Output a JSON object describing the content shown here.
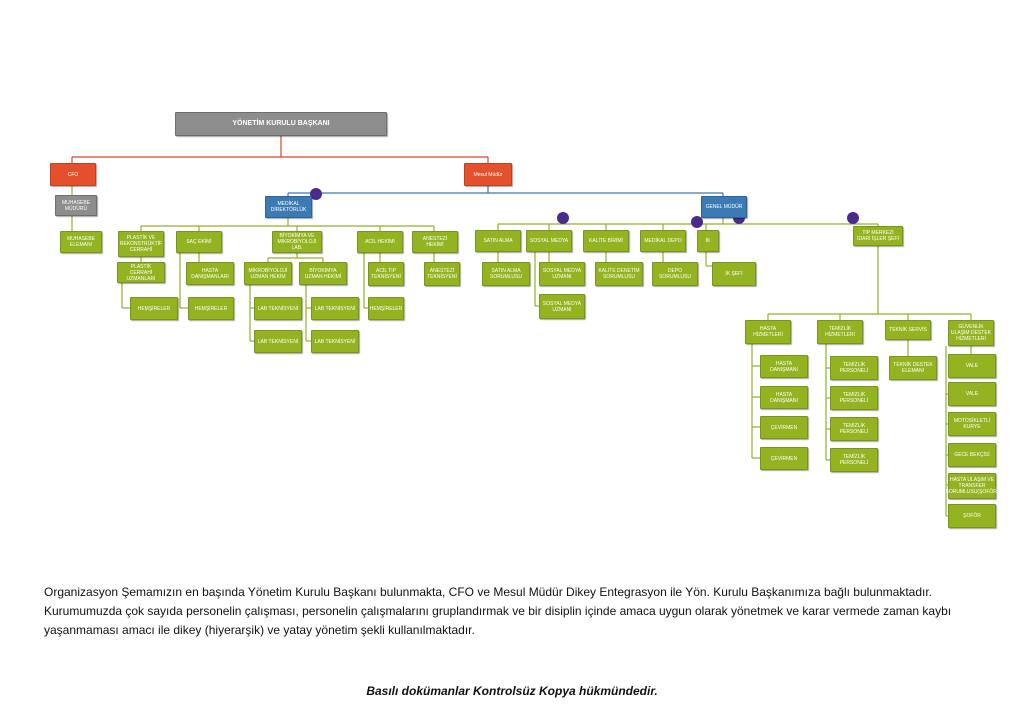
{
  "org": {
    "yk": "YÖNETİM KURULU BAŞKANI",
    "cfo": "CFO",
    "mesul": "Mesul Müdür",
    "muhasebe_muduru": "MUHASEBE MÜDÜRÜ",
    "muhasebe_elemani": "MUHASEBE ELEMANI",
    "medikal": "MEDİKAL DİREKTÖRLÜK",
    "genel": "GENEL MÜDÜR",
    "tip": "TIP MERKEZİ İDARİ İŞLER ŞEFİ",
    "plastik": "PLASTİK VE REKONSTRÜKTİF CERRAHİ",
    "plastik_uzman": "PLASTİK CERRAHİ UZMANLARI",
    "hemsireler_1": "HEMŞİRELER",
    "sac": "SAÇ EKİMİ",
    "hasta_danismani_1": "HASTA DANIŞMANLARI",
    "hemsireler_2": "HEMŞİRELER",
    "biyo_mikro": "BİYOKİMYA VE MİKROBİYOLOJİ LAB.",
    "mikro_hekim": "MİKROBİYOLOJİ UZMAN HEKİM",
    "biyo_hekim": "BİYOKİMYA UZMAN HEKİMİ",
    "lab_1": "LAB TEKNİSYENİ",
    "lab_2": "LAB TEKNİSYENİ",
    "lab_3": "LAB TEKNİSYENİ",
    "lab_4": "LAB TEKNİSYENİ",
    "acil": "ACİL HEKİMİ",
    "acil_tip": "ACİL TIP TEKNİSYENİ",
    "hemsireler_3": "HEMŞİRELER",
    "anestezi": "ANESTEZİ HEKİMİ",
    "anestezi_tek": "ANESTEZİ TEKNİSYENİ",
    "satin": "SATIN ALMA",
    "satin_sorumlu": "SATIN ALMA SORUMLUSU",
    "sosyal": "SOSYAL MEDYA",
    "sosyal_uzman_1": "SOSYAL MEDYA UZMANI",
    "sosyal_uzman_2": "SOSYAL MEDYA UZMANI",
    "kalite": "KALİTE BİRİMİ",
    "kalite_sorumlu": "KALİTE DENETİM SORUMLUSU",
    "depo": "MEDİKAL DEPO",
    "depo_sorumlu": "DEPO SORUMLUSU",
    "ik": "İK",
    "ik_sef": "İK ŞEFİ",
    "hasta_hiz": "HASTA HİZMETLERİ",
    "hd_a": "HASTA DANIŞMANI",
    "hd_b": "HASTA DANIŞMANI",
    "cev_1": "ÇEVİRMEN",
    "cev_2": "ÇEVİRMEN",
    "temizlik": "TEMİZLİK HİZMETLERİ",
    "tp_1": "TEMİZLİK PERSONELİ",
    "tp_2": "TEMİZLİK PERSONELİ",
    "tp_3": "TEMİZLİK PERSONELİ",
    "tp_4": "TEMİZLİK PERSONELİ",
    "teknik": "TEKNİK SERVİS",
    "teknik_destek": "TEKNİK DESTEK ELEMANI",
    "guvenlik": "GÜVENLİK ULAŞIM DESTEK HİZMETLERİ",
    "vale_1": "VALE",
    "vale_2": "VALE",
    "moto": "MOTOSİKLETLİ KURYE",
    "gece": "GECE BEKÇİSİ",
    "transfer": "HASTA ULAŞIM VE TRANSFER SORUMLUSU(ŞOFÖR)",
    "sofor": "ŞOFÖR"
  },
  "description": {
    "line1": "Organizasyon Şemamızın en başında Yönetim Kurulu Başkanı bulunmakta, CFO ve Mesul Müdür Dikey Entegrasyon ile Yön. Kurulu Başkanımıza bağlı bulunmaktadır.",
    "line2": "Kurumumuzda çok sayıda personelin çalışması, personelin çalışmalarını gruplandırmak ve bir disiplin içinde amaca uygun olarak yönetmek ve karar vermede zaman kaybı",
    "line3": "yaşanmaması amacı ile dikey (hiyerarşik) ve yatay yönetim şekli kullanılmaktadır."
  },
  "footer": "Basılı dokümanlar Kontrolsüz Kopya hükmündedir.",
  "colors": {
    "green": "#94b321",
    "red": "#e4502b",
    "blue": "#3a7bb5",
    "grey": "#8d8d8d",
    "dot": "#4a2a8f"
  }
}
